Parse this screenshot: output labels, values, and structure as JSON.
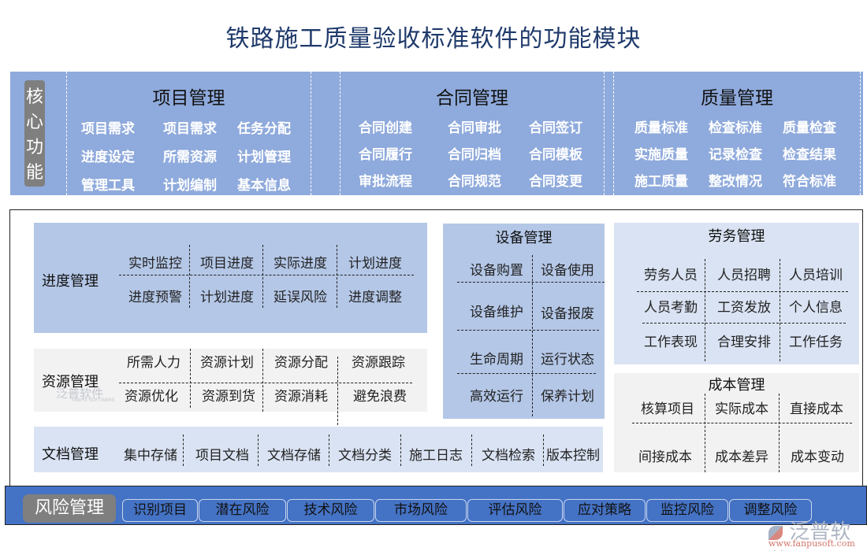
{
  "title": "铁路施工质量验收标准软件的功能模块",
  "core": {
    "badge": [
      "核",
      "心",
      "功",
      "能"
    ],
    "groups": [
      {
        "title": "项目管理",
        "items": [
          "项目需求",
          "项目需求",
          "任务分配",
          "进度设定",
          "所需资源",
          "计划管理",
          "管理工具",
          "计划编制",
          "基本信息"
        ]
      },
      {
        "title": "合同管理",
        "items": [
          "合同创建",
          "合同审批",
          "合同签订",
          "合同履行",
          "合同归档",
          "合同模板",
          "审批流程",
          "合同规范",
          "合同变更"
        ]
      },
      {
        "title": "质量管理",
        "items": [
          "质量标准",
          "检查标准",
          "质量检查",
          "实施质量",
          "记录检查",
          "检查结果",
          "施工质量",
          "整改情况",
          "符合标准"
        ]
      }
    ]
  },
  "schedule": {
    "title": "进度管理",
    "items": [
      "实时监控",
      "项目进度",
      "实际进度",
      "计划进度",
      "进度预警",
      "计划进度",
      "延误风险",
      "进度调整"
    ]
  },
  "resource": {
    "title": "资源管理",
    "items": [
      "所需人力",
      "资源计划",
      "资源分配",
      "资源跟踪",
      "资源优化",
      "资源到货",
      "资源消耗",
      "避免浪费"
    ]
  },
  "document": {
    "title": "文档管理",
    "items": [
      "集中存储",
      "项目文档",
      "文档存储",
      "文档分类",
      "施工日志",
      "文档检索",
      "版本控制"
    ]
  },
  "equipment": {
    "title": "设备管理",
    "items": [
      "设备购置",
      "设备使用",
      "设备维护",
      "设备报废",
      "生命周期",
      "运行状态",
      "高效运行",
      "保养计划"
    ]
  },
  "labor": {
    "title": "劳务管理",
    "items": [
      "劳务人员",
      "人员招聘",
      "人员培训",
      "人员考勤",
      "工资发放",
      "个人信息",
      "工作表现",
      "合理安排",
      "工作任务"
    ]
  },
  "cost": {
    "title": "成本管理",
    "items": [
      "核算项目",
      "实际成本",
      "直接成本",
      "间接成本",
      "成本差异",
      "成本变动"
    ]
  },
  "risk": {
    "title": "风险管理",
    "items": [
      "识别项目",
      "潜在风险",
      "技术风险",
      "市场风险",
      "评估风险",
      "应对策略",
      "监控风险",
      "调整风险"
    ]
  },
  "watermark": {
    "brand": "泛普软件",
    "sub": "FANPU SOFTWARE",
    "url": "www.fanpusoft.com"
  },
  "colors": {
    "core_bg": "#8faadc",
    "panel_dark": "#b4c7e7",
    "panel_light": "#dae3f3",
    "panel_gray": "#f2f2f2",
    "risk_bg": "#4472c4",
    "badge": "#7f7f7f"
  }
}
